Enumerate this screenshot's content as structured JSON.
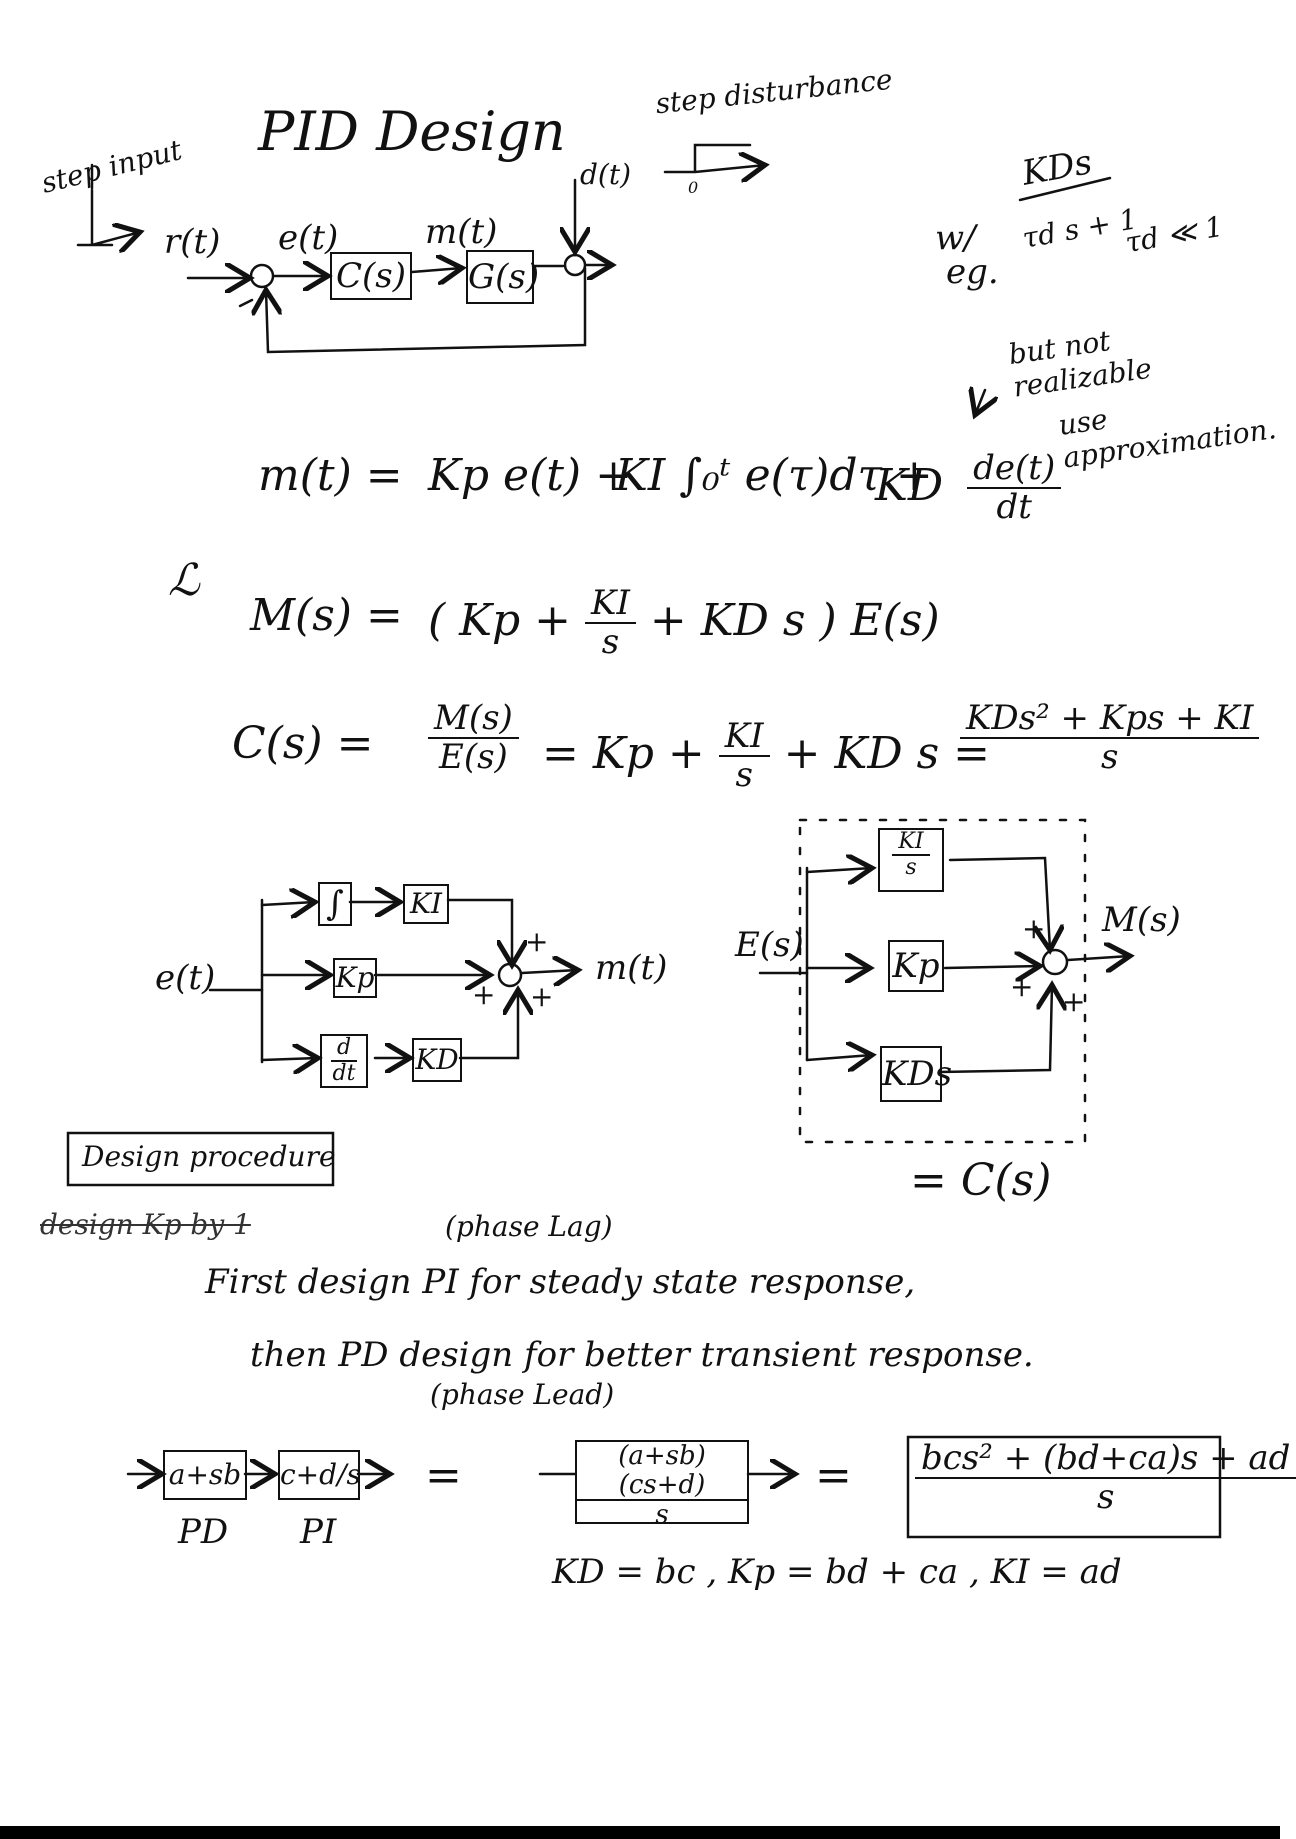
{
  "title": "PID Design",
  "step_input_label": "step input",
  "step_disturbance_label": "step disturbance",
  "disturbance_symbol": "d(t)",
  "zero_label": "0",
  "block1": {
    "r": "r(t)",
    "e": "e(t)",
    "m": "m(t)",
    "C": "C(s)",
    "G": "G(s)"
  },
  "side_note": {
    "wl": "w/",
    "eg": "eg.",
    "tf_num": "KDs",
    "tf_den": "τd s + 1",
    "cond": "τd ≪ 1",
    "not_realizable": "but not realizable",
    "use_approx": "use approximation."
  },
  "eq_time": {
    "lhs": "m(t) =",
    "t1": "Kp e(t) +",
    "t2": "KI ∫₀ᵗ e(τ)dτ +",
    "t3_coef": "KD",
    "t3_num": "de(t)",
    "t3_den": "dt"
  },
  "laplace_symbol": "ℒ",
  "eq_laplace": {
    "lhs": "M(s) =",
    "p1": "( Kp +",
    "ki_num": "KI",
    "ki_den": "s",
    "p2": "+ KD s )  E(s)"
  },
  "eq_cs": {
    "lhs": "C(s) =",
    "ms": "M(s)",
    "es": "E(s)",
    "mid1": "= Kp +",
    "ki_num": "KI",
    "ki_den": "s",
    "mid2": "+ KD s =",
    "rhs_num": "KDs² + Kps + KI",
    "rhs_den": "s"
  },
  "diagram_time": {
    "input": "e(t)",
    "integral": "∫",
    "ki": "KI",
    "kp": "Kp",
    "deriv_num": "d",
    "deriv_den": "dt",
    "kd": "KD",
    "output": "m(t)",
    "plus": "+"
  },
  "diagram_s": {
    "input": "E(s)",
    "ki_num": "KI",
    "ki_den": "s",
    "kp": "Kp",
    "kds": "KDs",
    "output": "M(s)",
    "plus": "+",
    "equals_cs": "= C(s)"
  },
  "design_procedure": {
    "heading": "Design procedure",
    "struck": "design Kp by 1",
    "phase_lag": "(phase Lag)",
    "line1": "First design  PI  for  steady state response,",
    "line2": "then   PD design  for  better transient response.",
    "phase_lead": "(phase Lead)"
  },
  "cascade": {
    "pd_block": "a+sb",
    "pi_block": "c+d/s",
    "pd_label": "PD",
    "pi_label": "PI",
    "combined": "(a+sb)(cs+d)",
    "combined_den": "s",
    "result_num": "bcs² + (bd+ca)s + ad",
    "result_den": "s",
    "equals": "=",
    "gains": "KD = bc ,   Kp = bd + ca ,  KI = ad"
  }
}
